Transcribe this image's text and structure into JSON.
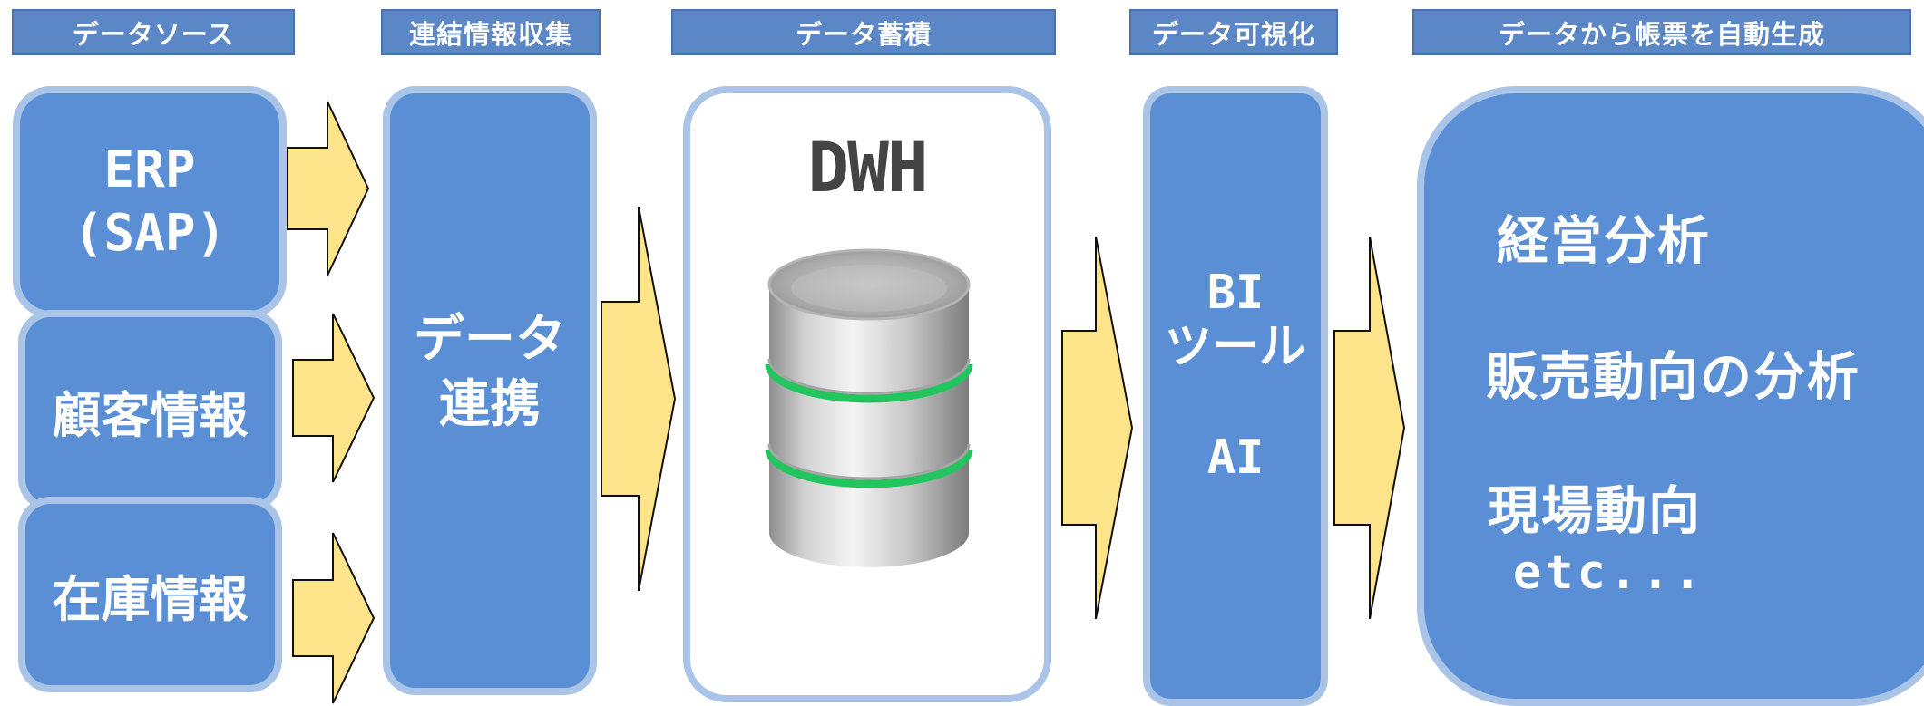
{
  "headers": {
    "data_source": "データソース",
    "collection": "連結情報収集",
    "accumulation": "データ蓄積",
    "visualization": "データ可視化",
    "reports": "データから帳票を自動生成"
  },
  "sources": {
    "erp_line1": "ERP",
    "erp_line2": "(SAP)",
    "customer": "顧客情報",
    "inventory": "在庫情報"
  },
  "integration": {
    "line1": "データ",
    "line2": "連携"
  },
  "warehouse": {
    "label": "DWH"
  },
  "tools": {
    "bi_line1": "BI",
    "bi_line2": "ツール",
    "ai": "AI"
  },
  "results": {
    "item1": "経営分析",
    "item2": "販売動向の分析",
    "item3": "現場動向",
    "item4": "etc..."
  },
  "colors": {
    "header_bg": "#5b87c6",
    "box_bg": "#5a8fd6",
    "box_border": "#a9c4e6",
    "arrow_fill": "#fde38a",
    "db_stripe": "#22c55e"
  },
  "icons": {
    "database": "database-cylinder-icon",
    "arrow": "flow-arrow-icon"
  }
}
